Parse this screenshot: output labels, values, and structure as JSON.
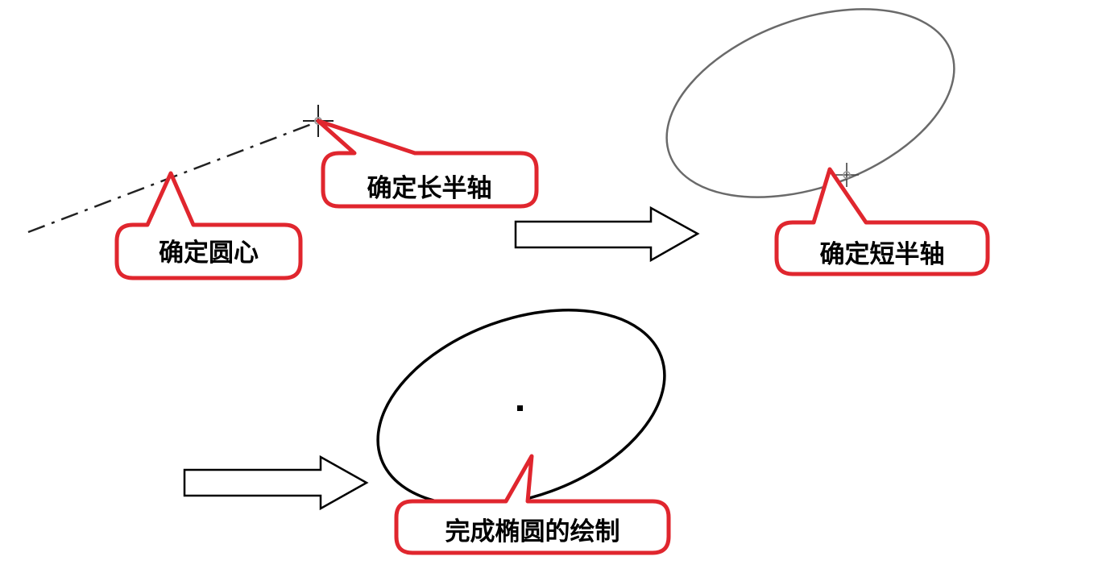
{
  "steps": [
    {
      "label": "确定圆心"
    },
    {
      "label": "确定长半轴"
    },
    {
      "label": "确定短半轴"
    },
    {
      "label": "完成椭圆的绘制"
    }
  ],
  "colors": {
    "callout_border": "#e0262e",
    "line": "#000000",
    "ellipse_preview": "#6a6a6a"
  }
}
